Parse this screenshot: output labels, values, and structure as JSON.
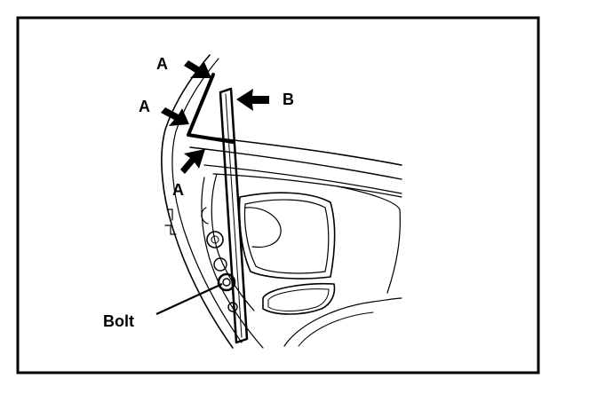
{
  "diagram": {
    "labels": {
      "a_top": "A",
      "a_middle": "A",
      "a_bottom": "A",
      "b": "B",
      "bolt": "Bolt"
    }
  },
  "colors": {
    "ink": "#000000",
    "background": "#ffffff"
  }
}
